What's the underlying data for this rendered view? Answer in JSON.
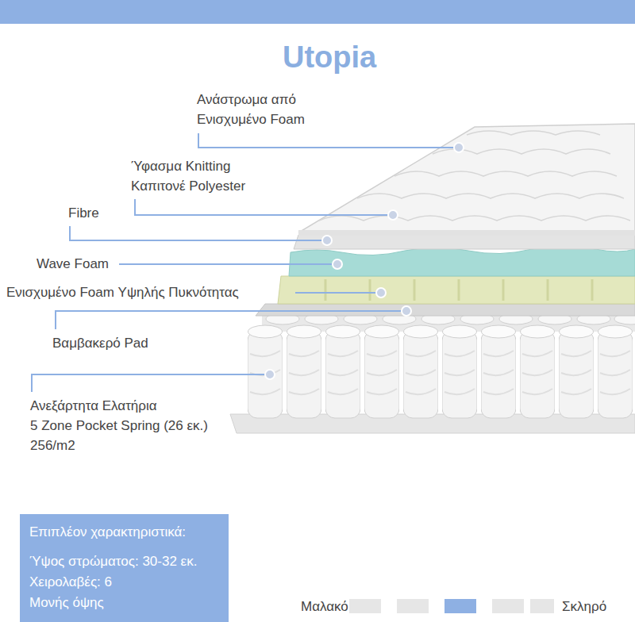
{
  "diagram": {
    "title": "Utopia",
    "nodes": [
      {
        "text": [
          "Επιπλέον χαρακτηριστικά:",
          "Ύψος στρώματος: 30-32 εκ.",
          "Χειρολαβές: 6",
          "Μονής όψης"
        ]
      }
    ],
    "labels": [
      "Ανάστρωμα από Ενισχυμένο Foam",
      "Ύφασμα Knitting Καπιτονέ Polyester",
      "Fibre",
      "Wave Foam",
      "Ενισχυμένο Foam Υψηλής Πυκνότητας",
      "Βαμβακερό Pad",
      "Ανεξάρτητα Ελατήρια",
      "5 Zone Pocket Spring (26 εκ.)",
      "256/m2",
      "Μαλακό",
      "Σκληρό"
    ]
  }
}
